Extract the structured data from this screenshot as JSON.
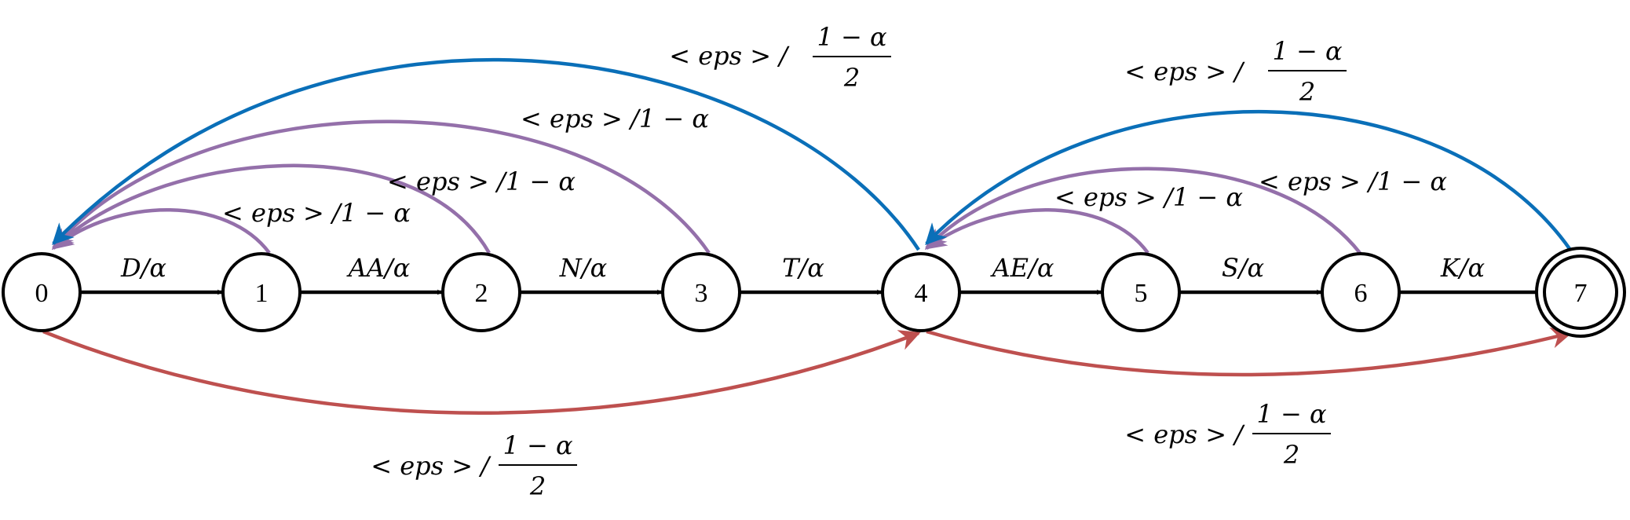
{
  "colors": {
    "main": "#000000",
    "blue": "#0a6fb8",
    "purple": "#9470aa",
    "red": "#be504f"
  },
  "states": [
    {
      "id": "0",
      "label": "0",
      "final": false
    },
    {
      "id": "1",
      "label": "1",
      "final": false
    },
    {
      "id": "2",
      "label": "2",
      "final": false
    },
    {
      "id": "3",
      "label": "3",
      "final": false
    },
    {
      "id": "4",
      "label": "4",
      "final": false
    },
    {
      "id": "5",
      "label": "5",
      "final": false
    },
    {
      "id": "6",
      "label": "6",
      "final": false
    },
    {
      "id": "7",
      "label": "7",
      "final": true
    }
  ],
  "transitions": [
    {
      "from": "0",
      "to": "1",
      "label": "D/α",
      "color": "main"
    },
    {
      "from": "1",
      "to": "2",
      "label": "AA/α",
      "color": "main"
    },
    {
      "from": "2",
      "to": "3",
      "label": "N/α",
      "color": "main"
    },
    {
      "from": "3",
      "to": "4",
      "label": "T/α",
      "color": "main"
    },
    {
      "from": "4",
      "to": "5",
      "label": "AE/α",
      "color": "main"
    },
    {
      "from": "5",
      "to": "6",
      "label": "S/α",
      "color": "main"
    },
    {
      "from": "6",
      "to": "7",
      "label": "K/α",
      "color": "main"
    },
    {
      "from": "1",
      "to": "0",
      "label": "< eps > /1 − α",
      "color": "purple"
    },
    {
      "from": "2",
      "to": "0",
      "label": "< eps > /1 − α",
      "color": "purple"
    },
    {
      "from": "3",
      "to": "0",
      "label": "< eps > /1 − α",
      "color": "purple"
    },
    {
      "from": "4",
      "to": "0",
      "label": "< eps > /",
      "frac": {
        "num": "1 − α",
        "den": "2"
      },
      "color": "blue"
    },
    {
      "from": "5",
      "to": "4",
      "label": "< eps > /1 − α",
      "color": "purple"
    },
    {
      "from": "6",
      "to": "4",
      "label": "< eps > /1 − α",
      "color": "purple"
    },
    {
      "from": "7",
      "to": "4",
      "label": "< eps > /",
      "frac": {
        "num": "1 − α",
        "den": "2"
      },
      "color": "blue"
    },
    {
      "from": "0",
      "to": "4",
      "label": "< eps > /",
      "frac": {
        "num": "1 − α",
        "den": "2"
      },
      "color": "red"
    },
    {
      "from": "4",
      "to": "7",
      "label": "< eps > /",
      "frac": {
        "num": "1 − α",
        "den": "2"
      },
      "color": "red"
    }
  ]
}
